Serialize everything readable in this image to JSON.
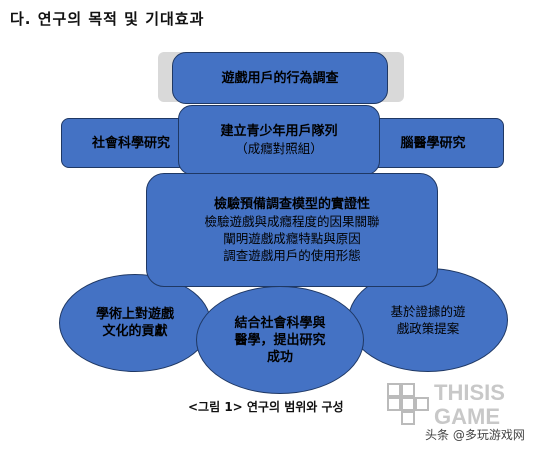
{
  "heading": "다. 연구의 목적 및 기대효과",
  "nodes": {
    "top": "遊戲用戶的行為調查",
    "left": "社會科學研究",
    "right": "腦醫學研究",
    "middle": {
      "line1": "建立青少年用戶隊列",
      "line2": "（成癮對照組）"
    },
    "center": {
      "line1": "檢驗預備調查模型的實證性",
      "line2": "檢驗遊戲與成癮程度的因果關聯",
      "line3": "闡明遊戲成癮特點與原因",
      "line4": "調查遊戲用戶的使用形態"
    },
    "bottom_left": {
      "line1": "學術上對遊戲",
      "line2": "文化的貢獻"
    },
    "bottom_center": {
      "line1": "結合社會科學與",
      "line2": "醫學，提出研究",
      "line3": "成功"
    },
    "bottom_right": {
      "line1": "基於證據的遊",
      "line2": "戲政策提案"
    }
  },
  "caption": "<그림 1> 연구의 범위와 구성",
  "watermark": {
    "logo_line1": "THISIS",
    "logo_line2": "GAME",
    "source": "头条 @多玩游戏网"
  },
  "colors": {
    "node_fill": "#4472c4",
    "node_border": "#1f3864",
    "band": "#d9d9d9"
  }
}
